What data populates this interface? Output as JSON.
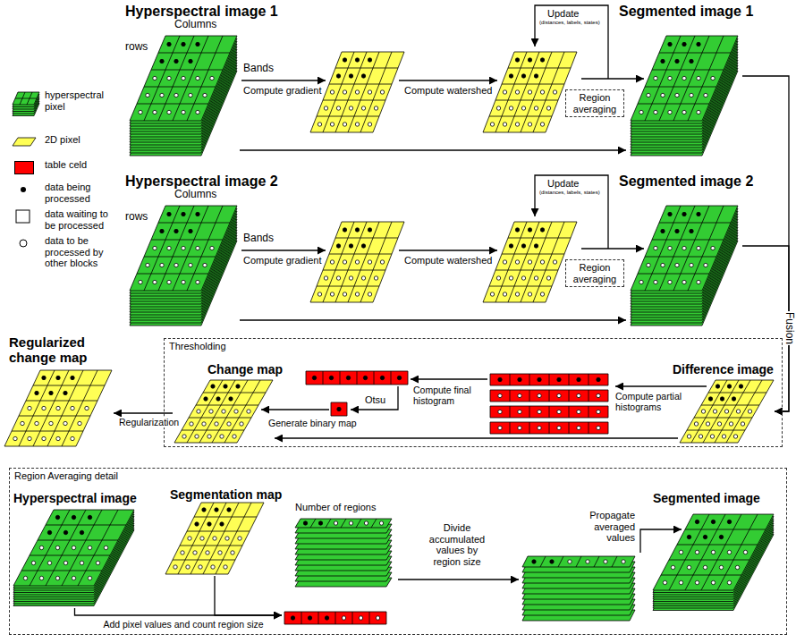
{
  "diagram": {
    "nodes": [
      {
        "text": [
          "Hyperspectral image 1",
          "Columns",
          "rows",
          "Bands"
        ]
      },
      {
        "text": [
          "Region averaging"
        ]
      },
      {
        "text": [
          "Segmented image 1"
        ]
      },
      {
        "text": [
          "Hyperspectral image 2",
          "Columns",
          "rows",
          "Bands"
        ]
      },
      {
        "text": [
          "Region averaging"
        ]
      },
      {
        "text": [
          "Segmented image 2"
        ]
      },
      {
        "text": [
          "Regularized change map"
        ]
      },
      {
        "text": [
          "Thresholding"
        ]
      },
      {
        "text": [
          "Change map"
        ],
        "in": 7
      },
      {
        "text": [
          "Difference image"
        ],
        "in": 7
      },
      {
        "text": [
          "Region Averaging detail"
        ]
      },
      {
        "text": [
          "Hyperspectral image"
        ],
        "in": 10
      },
      {
        "text": [
          "Segmentation map"
        ],
        "in": 10
      },
      {
        "text": [
          "Number of regions"
        ],
        "in": 10
      },
      {
        "text": [
          "Segmented image"
        ],
        "in": 10
      }
    ],
    "edges": [
      {
        "from": 0,
        "to": 2,
        "arrow": "to"
      },
      {
        "from": 3,
        "to": 5,
        "arrow": "to"
      },
      {
        "from": 2,
        "to": 9,
        "label": "Fusion",
        "arrow": "to"
      },
      {
        "from": 5,
        "to": 9,
        "arrow": "to"
      },
      {
        "from": 9,
        "to": 8,
        "arrow": "to"
      },
      {
        "from": 8,
        "to": 6,
        "label": "Regularization",
        "arrow": "to"
      },
      {
        "from": 11,
        "to": 13,
        "label": "Add pixel values and count region size",
        "arrow": "to"
      },
      {
        "from": 12,
        "to": 13,
        "arrow": "to"
      }
    ],
    "labels": [
      "Compute gradient",
      "Compute watershed",
      "Update",
      "(distances, labels, states)",
      "Compute gradient",
      "Compute watershed",
      "Update",
      "(distances, labels, states)",
      "Compute partial histograms",
      "Compute final histogram",
      "Otsu",
      "Generate binary map",
      "Divide accumulated values by region size",
      "Propagate averaged values"
    ],
    "legend": [
      {
        "text": "hyperspectral pixel"
      },
      {
        "text": "2D pixel"
      },
      {
        "text": "table celd",
        "color": "#ff0000"
      },
      {
        "text": "data being processed"
      },
      {
        "text": "data waiting to be processed"
      },
      {
        "text": "data to be processed by other blocks"
      }
    ]
  }
}
